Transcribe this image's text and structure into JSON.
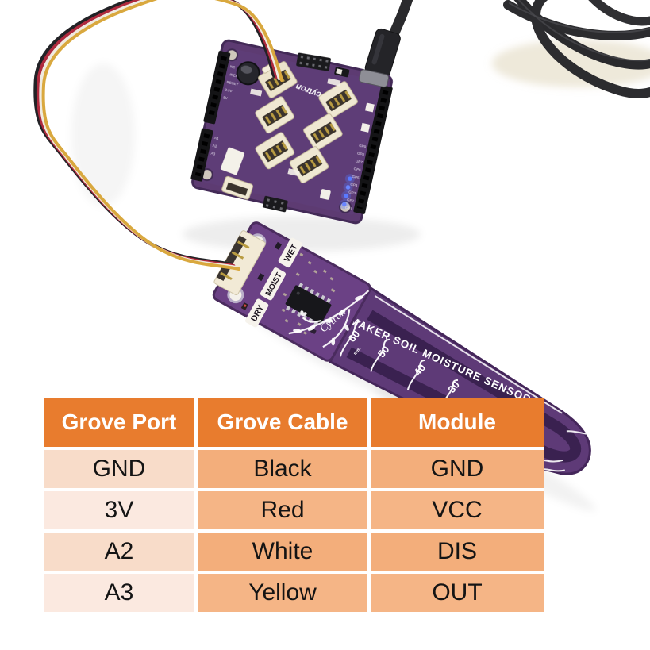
{
  "table": {
    "headers": [
      "Grove Port",
      "Grove Cable",
      "Module"
    ],
    "rows": [
      [
        "GND",
        "Black",
        "GND"
      ],
      [
        "3V",
        "Red",
        "VCC"
      ],
      [
        "A2",
        "White",
        "DIS"
      ],
      [
        "A3",
        "Yellow",
        "OUT"
      ]
    ]
  },
  "photo": {
    "board": {
      "logo": "cytron",
      "left_pin_labels": [
        "NC",
        "VREF",
        "RESET",
        "3.3V",
        "5V"
      ],
      "analog_pin_labels": [
        "A1",
        "A2",
        "A3"
      ],
      "gpio_pin_labels": [
        "GP1",
        "GP2",
        "GP3",
        "GP4",
        "GP5",
        "GP6",
        "GP7",
        "GP8",
        "GP9"
      ]
    },
    "sensor": {
      "name": "MAKER SOIL MOISTURE SENSOR",
      "brand": "Cytron",
      "level_labels": [
        "WET",
        "MOIST",
        "DRY"
      ],
      "depth_marks": [
        "60",
        "50",
        "40",
        "30"
      ],
      "depth_unit": "mm"
    }
  },
  "colors": {
    "table_header_bg": "#E87C2E",
    "table_header_text": "#FFFFFF",
    "table_col1_odd": "#F8DCC9",
    "table_col1_even": "#FBE9E0",
    "table_col23_odd": "#F3AE7B",
    "table_col23_even": "#F5B586",
    "pcb_purple": "#5D3B72",
    "sensor_purple": "#6B4185",
    "electrode_dark": "#3A2150",
    "wire_black": "#222226",
    "wire_red": "#AF2A3E",
    "wire_white": "#EFEAE0",
    "wire_yellow": "#D9A83E",
    "led_blue": "#5A79FF",
    "usb_cable": "#2C2C2F"
  }
}
